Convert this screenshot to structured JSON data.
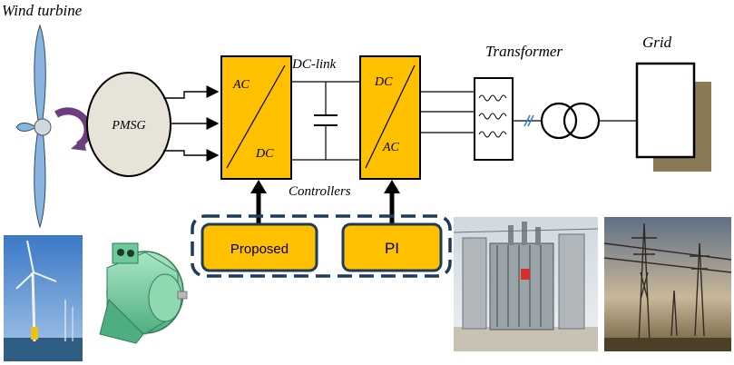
{
  "labels": {
    "wind_turbine": "Wind turbine",
    "pmsg": "PMSG",
    "dc_link": "DC-link",
    "transformer": "Transformer",
    "grid": "Grid",
    "controllers": "Controllers"
  },
  "converters": {
    "rectifier": {
      "top": "AC",
      "bottom": "DC"
    },
    "inverter": {
      "top": "DC",
      "bottom": "AC"
    }
  },
  "controllers": {
    "proposed": "Proposed",
    "pi": "PI"
  },
  "colors": {
    "converter_fill": "#ffc000",
    "generator_fill": "#e8e3d8",
    "blade_fill": "#8ab4e0",
    "grid_shadow": "#8a7a55",
    "dash_border": "#1f3b5c"
  },
  "icons": {
    "rotation": "curved-arrow-icon",
    "transformer_symbol": "two-coil-transformer-icon"
  }
}
